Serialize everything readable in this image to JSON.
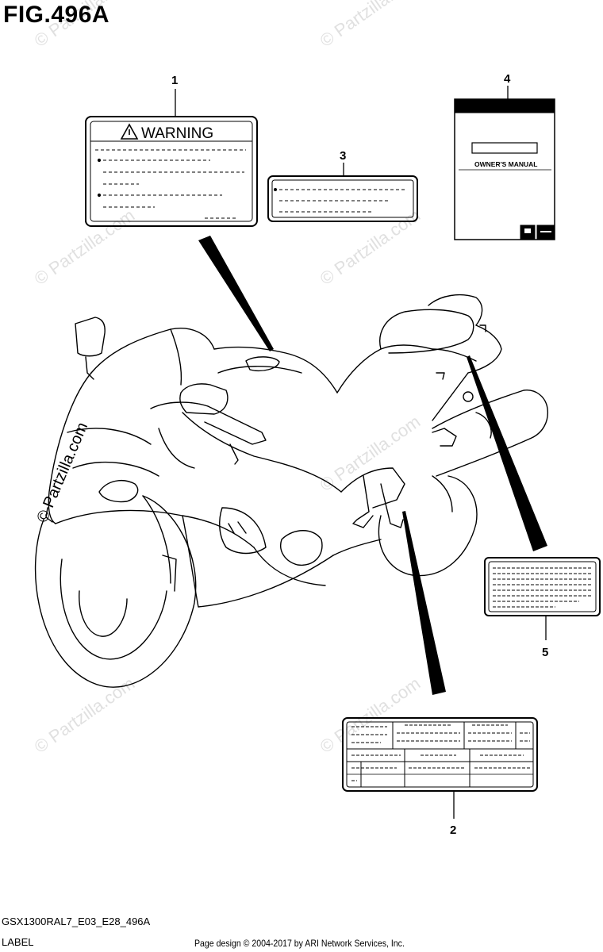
{
  "figure": {
    "title": "FIG.496A"
  },
  "footer": {
    "model_code": "GSX1300RAL7_E03_E28_496A",
    "section": "LABEL",
    "copyright": "Page design © 2004-2017 by ARI Network Services, Inc."
  },
  "watermark": {
    "text": "© Partzilla.com"
  },
  "callouts": [
    "1",
    "2",
    "3",
    "4",
    "5"
  ],
  "warning_label": {
    "heading": "WARNING"
  },
  "manual": {
    "title": "OWNER'S MANUAL"
  },
  "colors": {
    "line": "#000000",
    "background": "#ffffff",
    "watermark": "#c8c8c8"
  }
}
